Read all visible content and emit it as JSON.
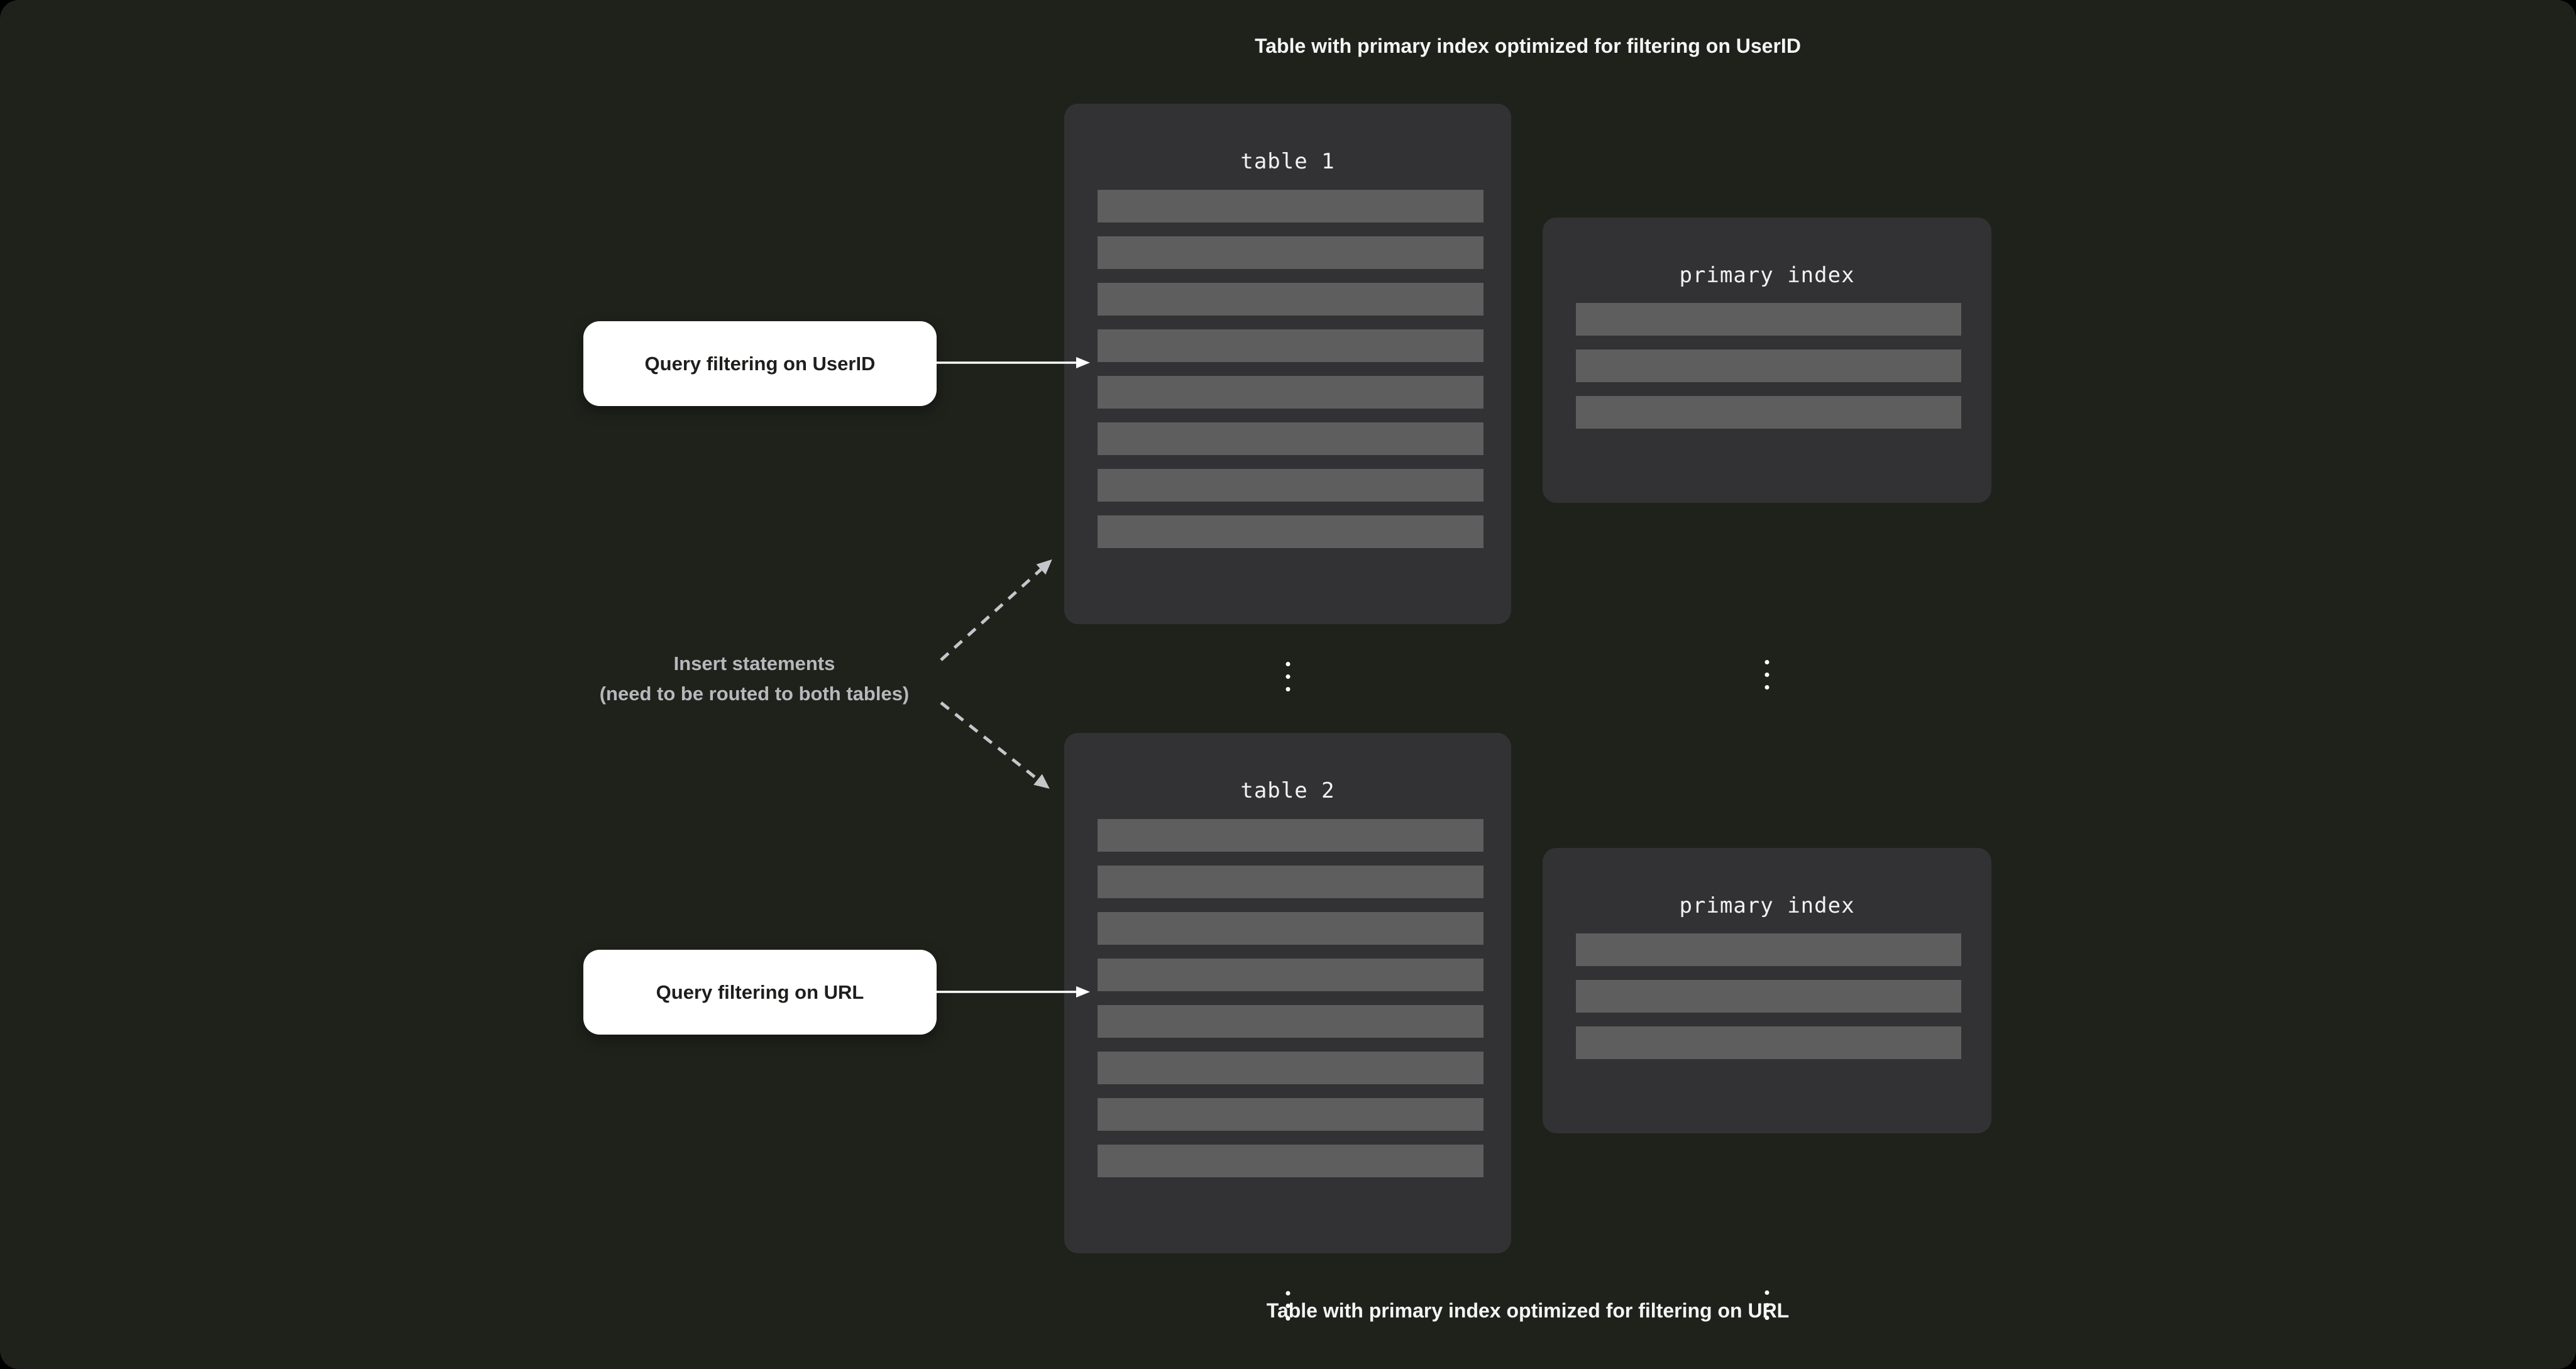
{
  "colors": {
    "page_bg": "#000000",
    "panel_bg": "#1F211B",
    "box_bg": "#323234",
    "row_fill": "#5E5E5E",
    "title_text": "#F2F2F2",
    "caption_text": "#F5F5F5",
    "label_bg": "#FFFFFF",
    "label_text": "#1E1F1C",
    "muted_text": "#B6B9BC",
    "arrow_solid": "#FFFFFF",
    "arrow_dashed": "#C4C7CA",
    "ellipsis": "#FFFFFF"
  },
  "captions": {
    "top": "Table with primary index optimized for filtering on UserID",
    "bottom": "Table with primary index optimized for filtering on URL"
  },
  "labels": {
    "query_userid": "Query filtering on UserID",
    "query_url": "Query filtering on URL",
    "insert_line1": "Insert statements",
    "insert_line2": "(need to be routed to both tables)"
  },
  "tables": {
    "table1": {
      "title": "table 1",
      "row_count": 8
    },
    "table2": {
      "title": "table 2",
      "row_count": 8
    },
    "index1": {
      "title": "primary index",
      "row_count": 3
    },
    "index2": {
      "title": "primary index",
      "row_count": 3
    }
  }
}
